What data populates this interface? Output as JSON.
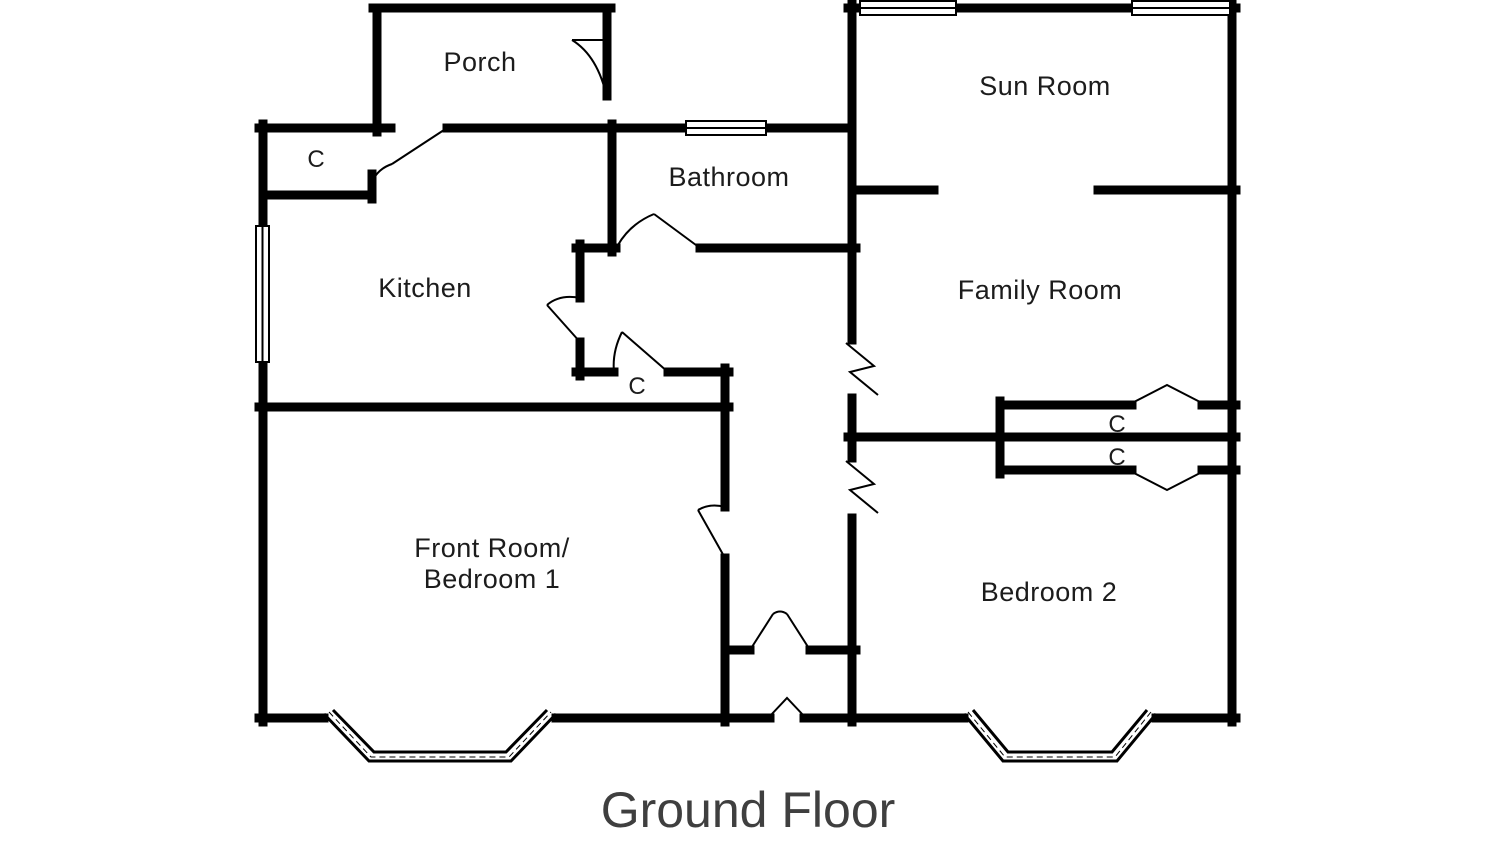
{
  "title": "Ground Floor",
  "rooms": {
    "porch": "Porch",
    "sun_room": "Sun Room",
    "bathroom": "Bathroom",
    "kitchen": "Kitchen",
    "family_room": "Family Room",
    "front_room_line1": "Front Room/",
    "front_room_line2": "Bedroom 1",
    "bedroom_2": "Bedroom 2"
  },
  "closet_label": "C",
  "colors": {
    "wall": "#000000",
    "label_text": "#1c1c1c",
    "title_text": "#3f3f3f",
    "background": "#ffffff"
  }
}
